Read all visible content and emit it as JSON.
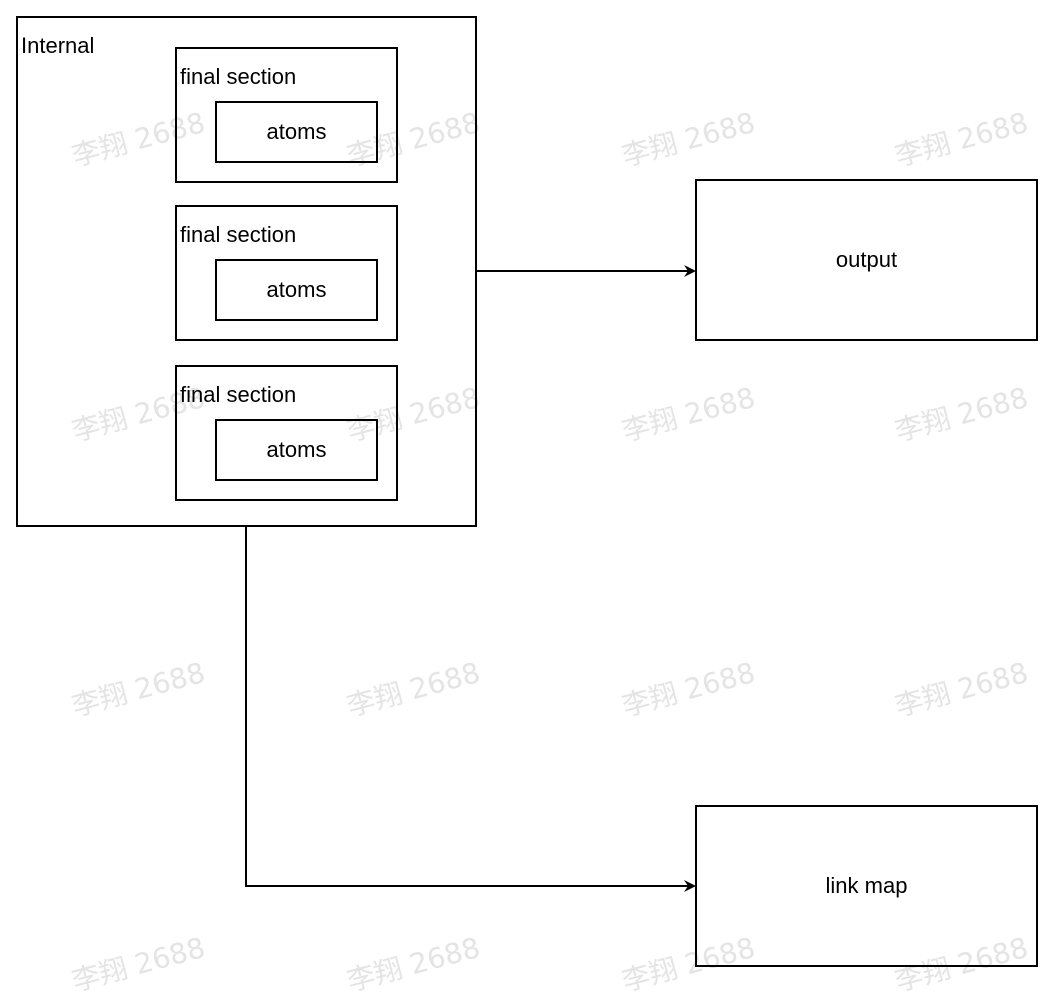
{
  "internal": {
    "title": "Internal",
    "sections": [
      {
        "label": "final section",
        "atom_label": "atoms"
      },
      {
        "label": "final section",
        "atom_label": "atoms"
      },
      {
        "label": "final section",
        "atom_label": "atoms"
      }
    ]
  },
  "output": {
    "label": "output"
  },
  "link_map": {
    "label": "link map"
  },
  "watermark": {
    "text": "李翔 2688"
  },
  "colors": {
    "stroke": "#000000",
    "watermark": "#e4e4e4",
    "background": "#ffffff"
  }
}
